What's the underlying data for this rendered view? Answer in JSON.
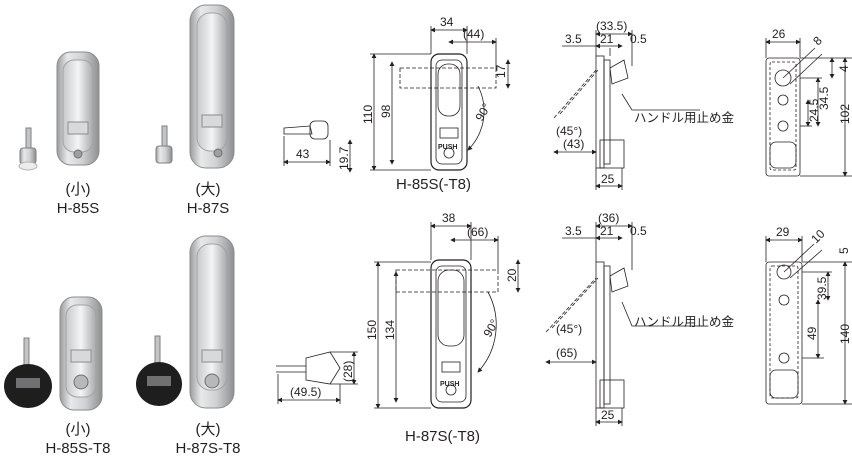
{
  "photos": [
    {
      "size": "(小)",
      "model": "H-85S"
    },
    {
      "size": "(大)",
      "model": "H-87S"
    },
    {
      "size": "(小)",
      "model": "H-85S-T8"
    },
    {
      "size": "(大)",
      "model": "H-87S-T8"
    }
  ],
  "drawings": {
    "top_title": "H-85S(-T8)",
    "bottom_title": "H-87S(-T8)",
    "top": {
      "key_width": "43",
      "key_height": "19.7",
      "body_width": "34",
      "width_44": "(44)",
      "dim_17": "17",
      "height_110": "110",
      "height_98": "98",
      "angle": "90°",
      "push": "PUSH",
      "side_33_5": "(33.5)",
      "side_3_5": "3.5",
      "side_21": "21",
      "side_0_5": "0.5",
      "side_45deg": "(45°)",
      "side_43": "(43)",
      "side_25": "25",
      "stopper_note": "ハンドル用止め金",
      "rear_26": "26",
      "rear_8": "8",
      "rear_4": "4",
      "rear_34_5": "34.5",
      "rear_24_5": "24.5",
      "rear_102": "102"
    },
    "bottom": {
      "key_width": "(49.5)",
      "key_height": "(28)",
      "body_width": "38",
      "width_66": "(66)",
      "dim_20": "20",
      "height_150": "150",
      "height_134": "134",
      "angle": "90°",
      "push": "PUSH",
      "side_36": "(36)",
      "side_3_5": "3.5",
      "side_21": "21",
      "side_0_5": "0.5",
      "side_45deg": "(45°)",
      "side_65": "(65)",
      "side_25": "25",
      "stopper_note": "ハンドル用止め金",
      "rear_29": "29",
      "rear_10": "10",
      "rear_5": "5",
      "rear_39_5": "39.5",
      "rear_49": "49",
      "rear_140": "140"
    }
  }
}
